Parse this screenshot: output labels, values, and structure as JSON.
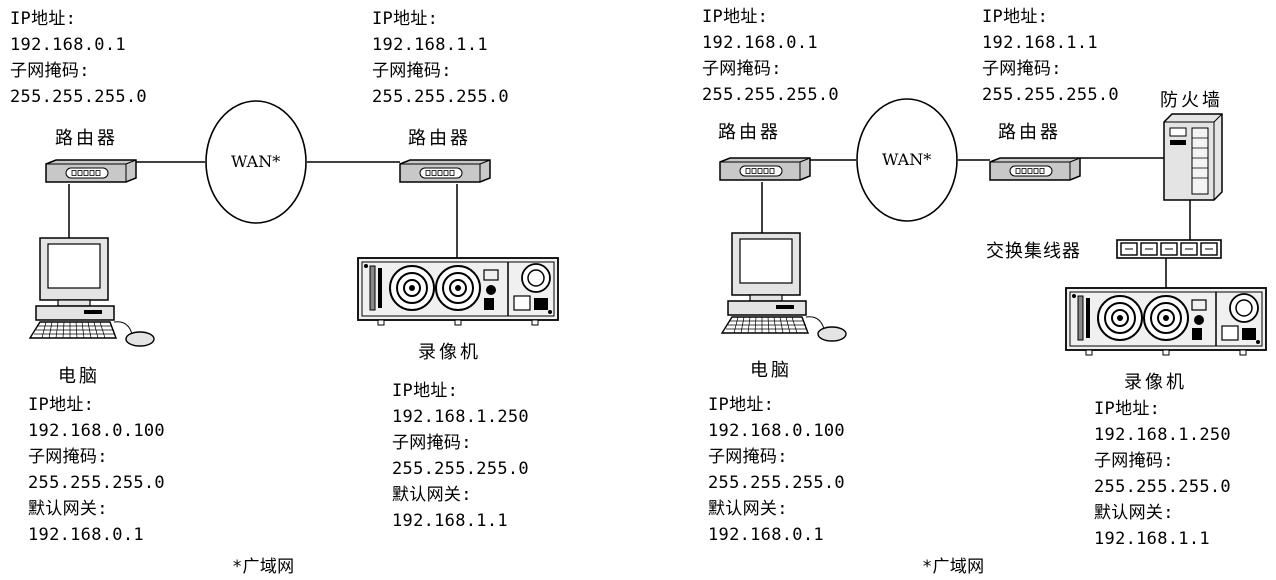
{
  "labels": {
    "ip": "IP地址:",
    "mask": "子网掩码:",
    "gateway": "默认网关:",
    "router": "路由器",
    "pc": "电脑",
    "recorder": "录像机",
    "wan": "WAN*",
    "firewall": "防火墙",
    "hub": "交换集线器",
    "footnote": "*广域网"
  },
  "left": {
    "router_a": {
      "ip": "192.168.0.1",
      "mask": "255.255.255.0"
    },
    "router_b": {
      "ip": "192.168.1.1",
      "mask": "255.255.255.0"
    },
    "pc": {
      "ip": "192.168.0.100",
      "mask": "255.255.255.0",
      "gateway": "192.168.0.1"
    },
    "recorder": {
      "ip": "192.168.1.250",
      "mask": "255.255.255.0",
      "gateway": "192.168.1.1"
    }
  },
  "right": {
    "router_a": {
      "ip": "192.168.0.1",
      "mask": "255.255.255.0"
    },
    "router_b": {
      "ip": "192.168.1.1",
      "mask": "255.255.255.0"
    },
    "pc": {
      "ip": "192.168.0.100",
      "mask": "255.255.255.0",
      "gateway": "192.168.0.1"
    },
    "recorder": {
      "ip": "192.168.1.250",
      "mask": "255.255.255.0",
      "gateway": "192.168.1.1"
    }
  }
}
